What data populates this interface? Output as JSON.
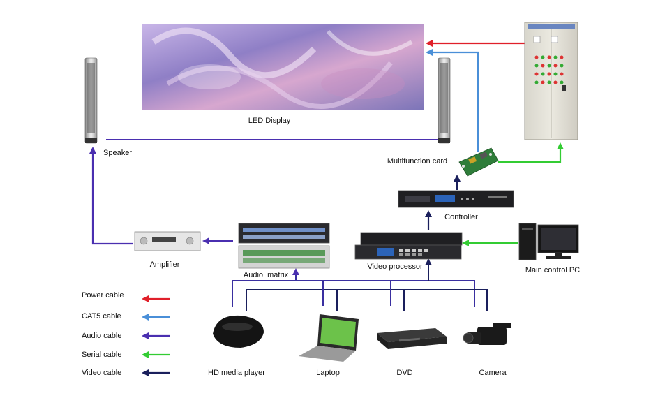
{
  "labels": {
    "led_display": "LED Display",
    "speaker": "Speaker",
    "multifunction_card": "Multifunction card",
    "controller": "Controller",
    "amplifier": "Amplifier",
    "audio_matrix": "Audio  matrix",
    "video_processor": "Video processor",
    "main_control_pc": "Main control PC",
    "hd_media_player": "HD media player",
    "laptop": "Laptop",
    "dvd": "DVD",
    "camera": "Camera"
  },
  "legend": [
    {
      "label": "Power cable",
      "color": "#e0202a"
    },
    {
      "label": "CAT5 cable",
      "color": "#4a8fd8"
    },
    {
      "label": "Audio cable",
      "color": "#4a2fb0"
    },
    {
      "label": "Serial cable",
      "color": "#33cc33"
    },
    {
      "label": "Video cable",
      "color": "#1a1f5c"
    }
  ],
  "colors": {
    "power": "#e0202a",
    "cat5": "#4a8fd8",
    "audio": "#4a2fb0",
    "serial": "#33cc33",
    "video": "#1a1f5c"
  }
}
